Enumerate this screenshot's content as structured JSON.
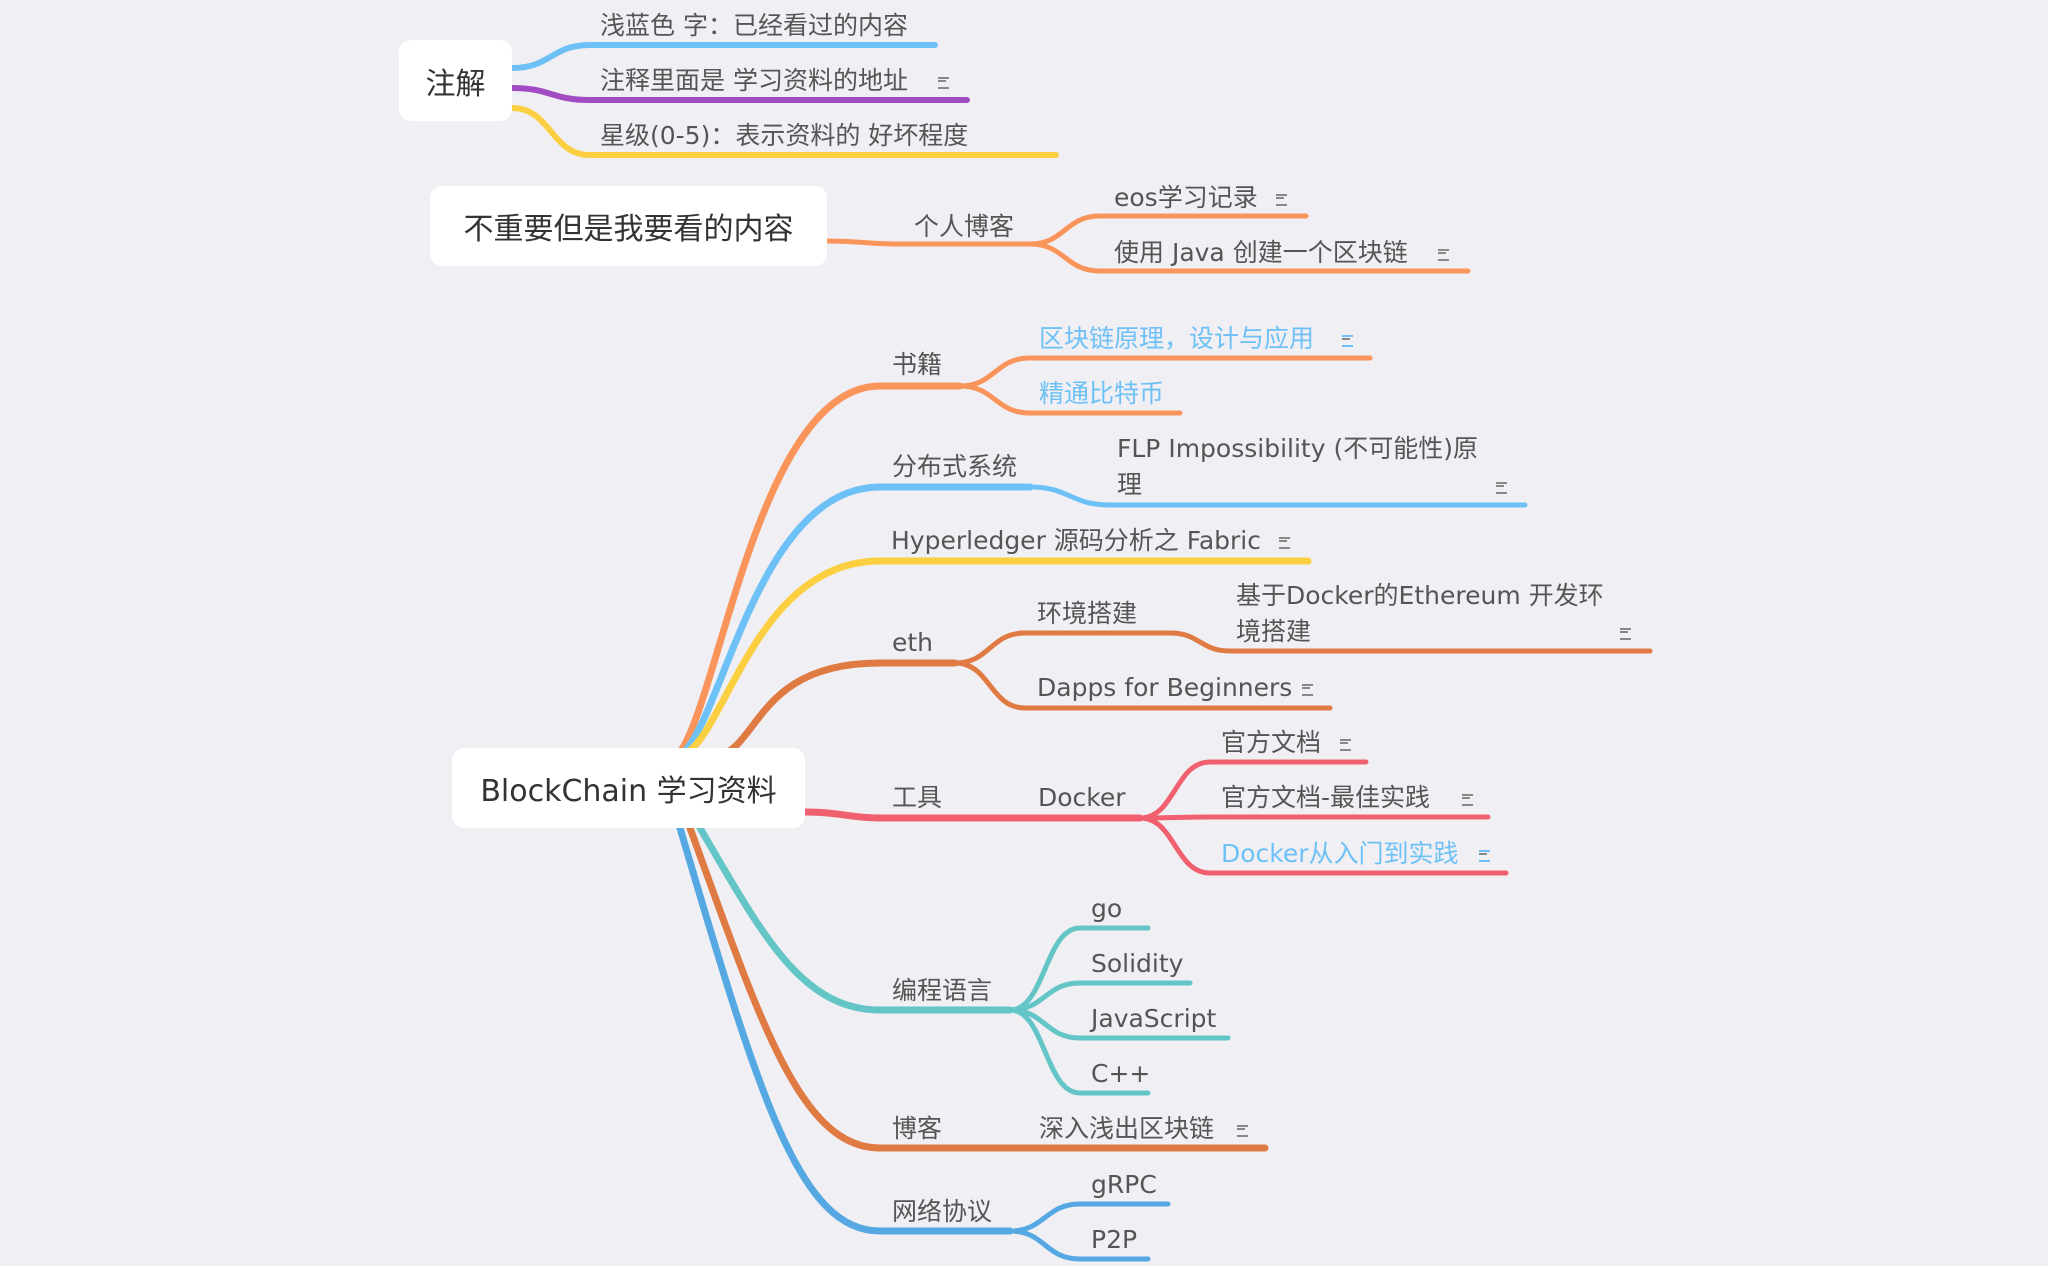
{
  "colors": {
    "background": "#f0eff4",
    "text": "#555555",
    "read_text": "#6ec1f6",
    "orange": "#f9955b",
    "blue": "#6ec1f6",
    "yellow": "#fbcf3f",
    "dark_orange": "#e07a43",
    "red": "#f0606e",
    "teal": "#64c5c6",
    "purple": "#a24cc3",
    "net_blue": "#55a8e2"
  },
  "legend": {
    "title": "注解",
    "items": [
      "浅蓝色 字：已经看过的内容",
      "注释里面是 学习资料的地址",
      "星级(0-5)：表示资料的 好坏程度"
    ]
  },
  "extra": {
    "title": "不重要但是我要看的内容",
    "branch": "个人博客",
    "items": [
      "eos学习记录",
      "使用 Java 创建一个区块链"
    ]
  },
  "main": {
    "title": "BlockChain 学习资料",
    "books": {
      "label": "书籍",
      "items": [
        "区块链原理，设计与应用",
        "精通比特币"
      ]
    },
    "distributed": {
      "label": "分布式系统",
      "item": "FLP Impossibility (不可能性)原理"
    },
    "hyperledger": {
      "label": "Hyperledger 源码分析之 Fabric"
    },
    "eth": {
      "label": "eth",
      "env": "环境搭建",
      "env_item": "基于Docker的Ethereum 开发环境搭建",
      "dapps": "Dapps for Beginners"
    },
    "tools": {
      "label": "工具",
      "docker": "Docker",
      "items": [
        "官方文档",
        "官方文档-最佳实践",
        "Docker从入门到实践"
      ]
    },
    "languages": {
      "label": "编程语言",
      "items": [
        "go",
        "Solidity",
        "JavaScript",
        "C++"
      ]
    },
    "blog": {
      "label": "博客",
      "item": "深入浅出区块链"
    },
    "network": {
      "label": "网络协议",
      "items": [
        "gRPC",
        "P2P"
      ]
    }
  }
}
